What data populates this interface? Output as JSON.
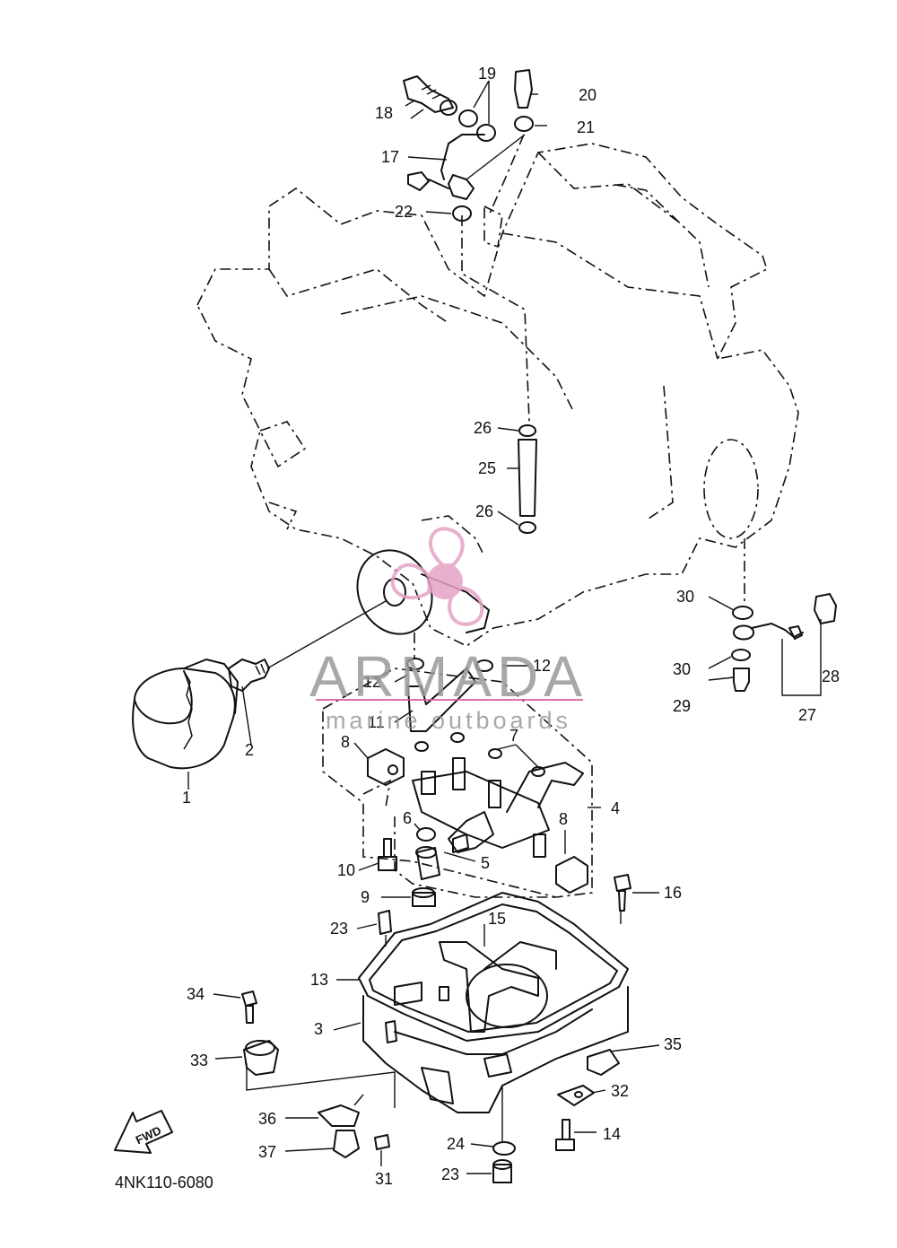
{
  "diagram": {
    "code": "4NK110-6080",
    "fwd_label": "FWD",
    "callouts": [
      "1",
      "2",
      "3",
      "4",
      "5",
      "6",
      "7",
      "8",
      "8",
      "9",
      "10",
      "11",
      "12",
      "12",
      "13",
      "14",
      "15",
      "16",
      "17",
      "18",
      "19",
      "20",
      "21",
      "22",
      "23",
      "23",
      "24",
      "25",
      "26",
      "26",
      "27",
      "28",
      "29",
      "30",
      "30",
      "31",
      "32",
      "33",
      "34",
      "35",
      "36",
      "37"
    ]
  },
  "watermark": {
    "brand": "ARMADA",
    "tagline": "marine outboards",
    "color": "#d9569a"
  }
}
